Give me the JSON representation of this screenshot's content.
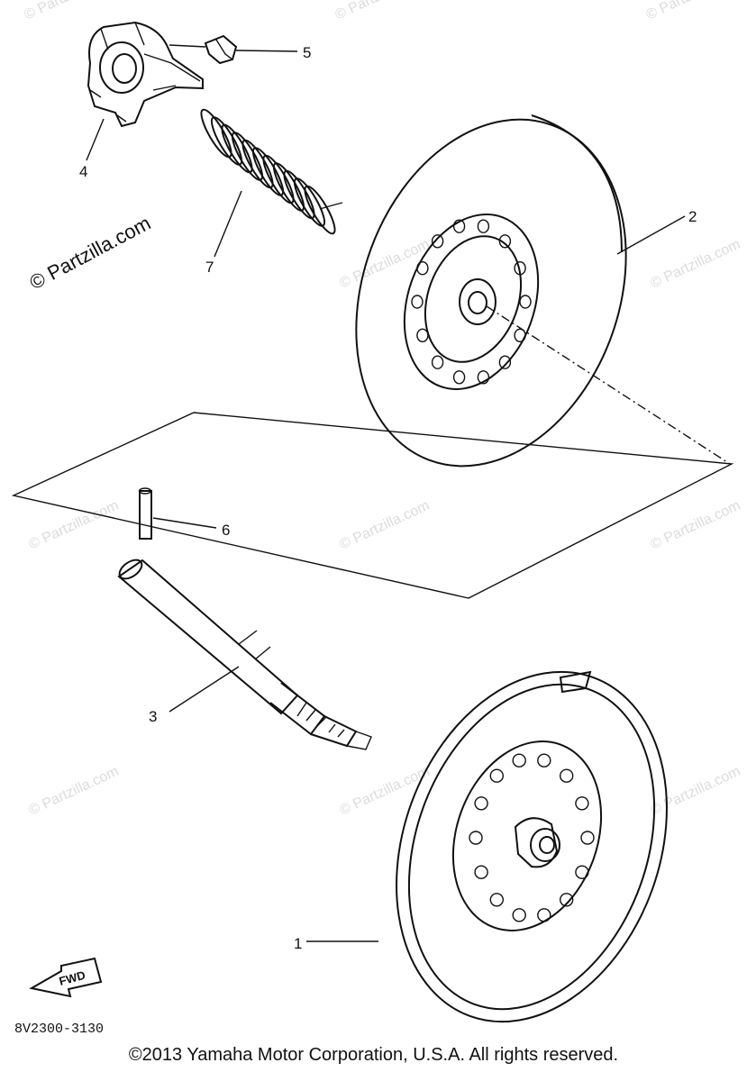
{
  "diagram": {
    "callouts": {
      "c1": "1",
      "c2": "2",
      "c3": "3",
      "c4": "4",
      "c5": "5",
      "c6": "6",
      "c7": "7"
    },
    "fwd_label": "FWD",
    "diagram_code": "8V2300-3130",
    "watermark": "© Partzilla.com"
  },
  "footer": {
    "copyright": "©2013 Yamaha Motor Corporation, U.S.A. All rights reserved."
  }
}
